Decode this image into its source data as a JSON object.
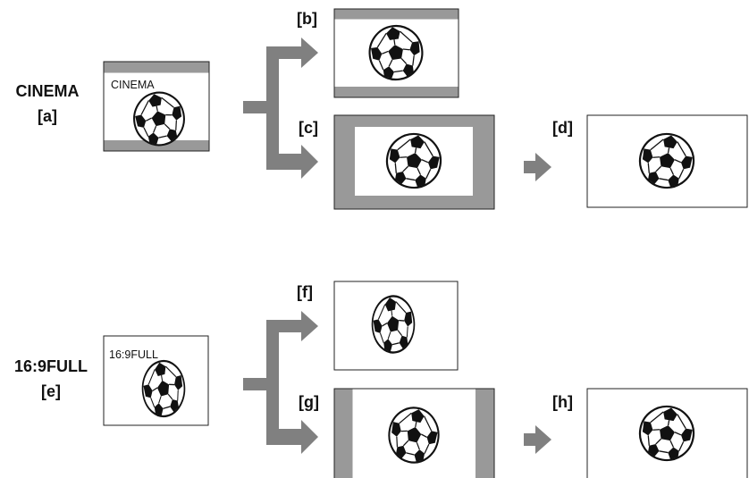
{
  "colors": {
    "bar": "#999999",
    "arrow": "#808080",
    "frame_border": "#222222",
    "background": "#ffffff"
  },
  "icon": "soccer-ball-icon",
  "sections": [
    {
      "mode_label": "CINEMA",
      "source_label": "[a]",
      "osd_text": "CINEMA",
      "frames": {
        "source": "[a]",
        "upper": "[b]",
        "lower": "[c]",
        "result": "[d]"
      }
    },
    {
      "mode_label": "16:9FULL",
      "source_label": "[e]",
      "osd_text": "16:9FULL",
      "frames": {
        "source": "[e]",
        "upper": "[f]",
        "lower": "[g]",
        "result": "[h]"
      }
    }
  ]
}
